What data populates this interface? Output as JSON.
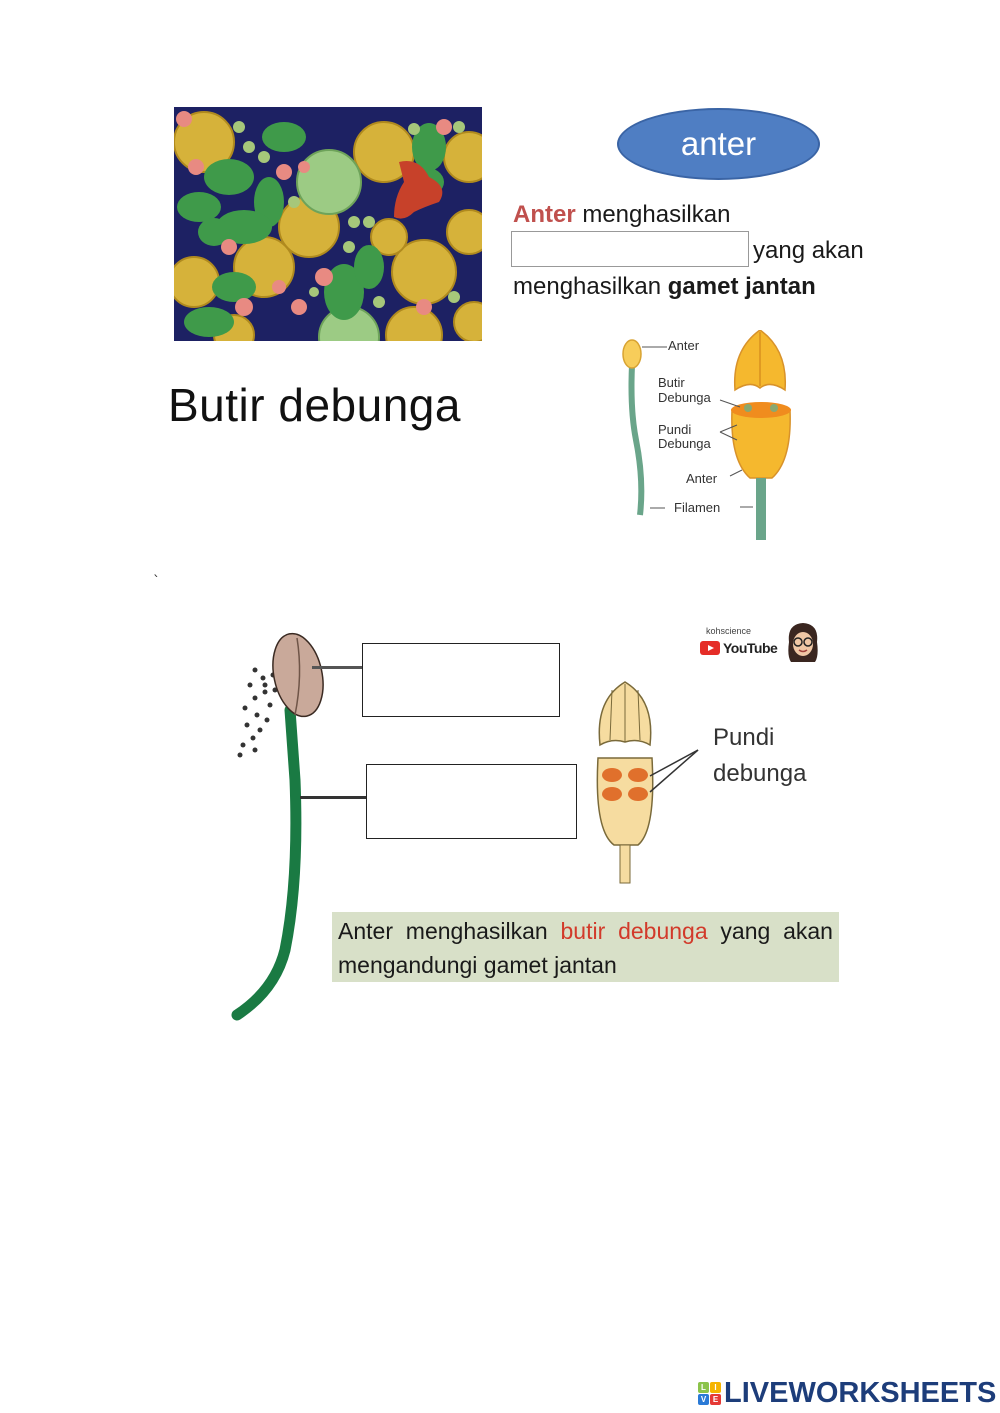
{
  "top_section": {
    "pollen_image_caption": "Butir debunga",
    "oval_label": "anter",
    "paragraph": {
      "highlight": "Anter",
      "line1_rest": " menghasilkan",
      "blank_value": "",
      "line2_after_blank": "yang akan",
      "line3_prefix": "menghasilkan ",
      "line3_bold": "gamet jantan"
    },
    "stamen_diagram": {
      "labels": [
        "Anter",
        "Butir Debunga",
        "Pundi Debunga",
        "Anter",
        "Filamen"
      ],
      "anter_top": "Anter",
      "butir": "Butir",
      "debunga1": "Debunga",
      "pundi": "Pundi",
      "debunga2": "Debunga",
      "anter_bottom": "Anter",
      "filamen": "Filamen"
    },
    "colors": {
      "oval": "#4f7ec3",
      "highlight_red": "#c0504d",
      "anther_yellow": "#f5b82e",
      "filament_green": "#6aa58a"
    }
  },
  "stray_mark": "`",
  "bottom_section": {
    "answer_box_1": "",
    "answer_box_2": "",
    "pundi_label_line1": "Pundi",
    "pundi_label_line2": "debunga",
    "youtube_channel": "kohscience",
    "youtube_label": "YouTube",
    "note": {
      "prefix": "Anter menghasilkan ",
      "highlight": "butir debunga",
      "suffix": " yang akan mengandungi gamet jantan"
    },
    "colors": {
      "note_bg": "#d8e0c8",
      "filament": "#1f8a4c",
      "anther": "#c9a99a",
      "highlight_red": "#d23a2a"
    }
  },
  "footer": {
    "brand": "LIVEWORKSHEETS",
    "icon_letters": [
      "L",
      "I",
      "V",
      "E"
    ]
  }
}
